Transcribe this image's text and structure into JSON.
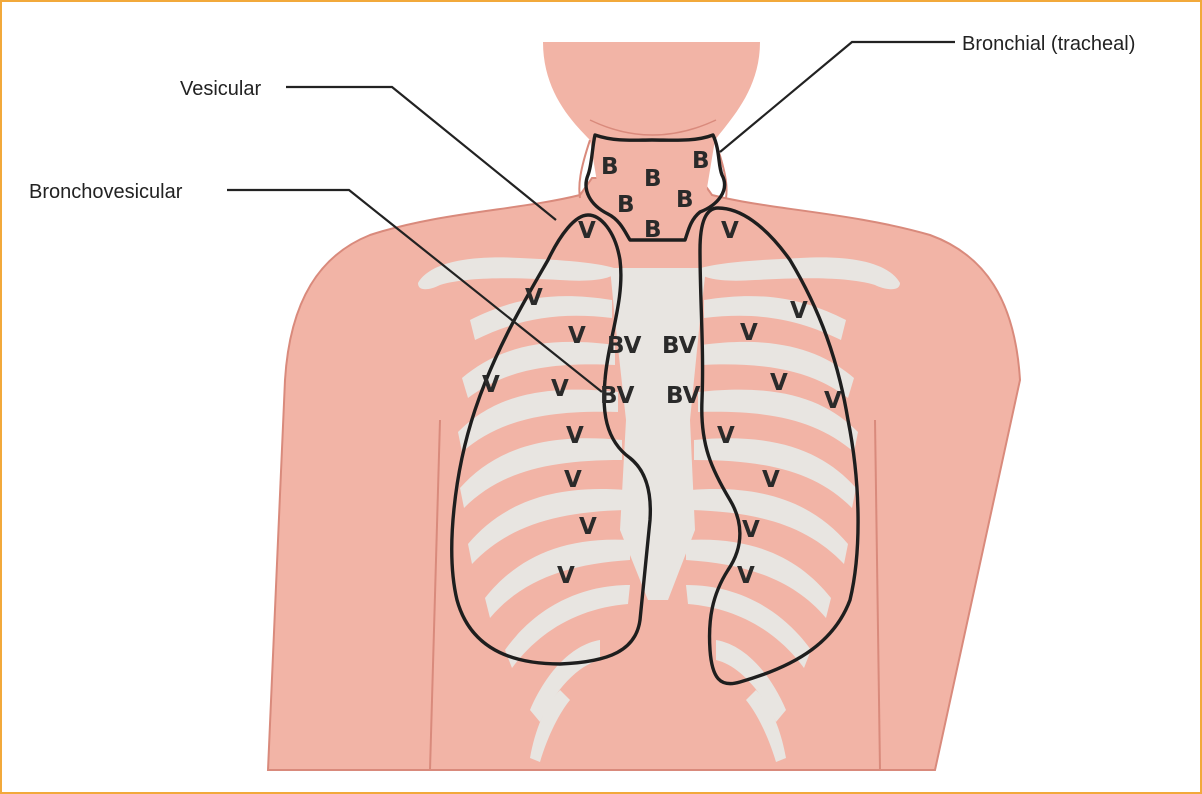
{
  "colors": {
    "skin": "#f2b4a6",
    "skin_outline": "#d98a7c",
    "bone": "#e8e5e1",
    "outline": "#1e1e1e",
    "border": "#f2a93b"
  },
  "labels": {
    "vesicular": "Vesicular",
    "bronchovesicular": "Bronchovesicular",
    "bronchial": "Bronchial (tracheal)"
  },
  "markers": {
    "b": "B",
    "bv": "BV",
    "v": "V"
  }
}
